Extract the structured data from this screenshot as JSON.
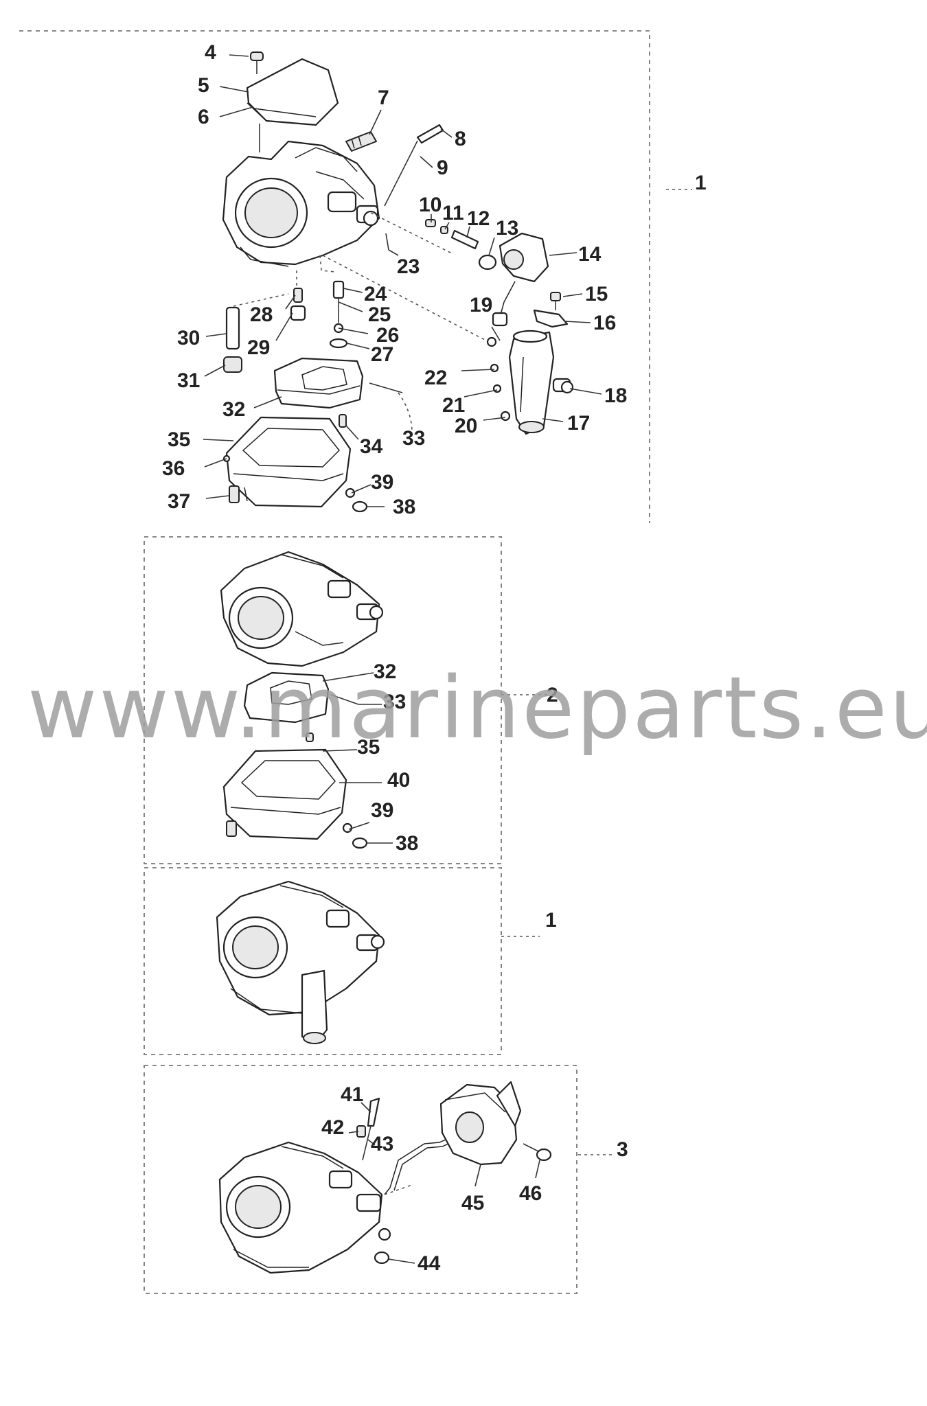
{
  "watermark": "www.marineparts.eu",
  "groups": [
    {
      "ref": "1"
    },
    {
      "ref": "2"
    },
    {
      "ref": "1"
    },
    {
      "ref": "3"
    }
  ],
  "callouts": {
    "c4": "4",
    "c5": "5",
    "c6": "6",
    "c7": "7",
    "c8": "8",
    "c9": "9",
    "c10": "10",
    "c11": "11",
    "c12": "12",
    "c13": "13",
    "c14": "14",
    "c15": "15",
    "c16": "16",
    "c17": "17",
    "c18": "18",
    "c19": "19",
    "c20": "20",
    "c21": "21",
    "c22": "22",
    "c23": "23",
    "c24": "24",
    "c25": "25",
    "c26": "26",
    "c27": "27",
    "c28": "28",
    "c29": "29",
    "c30": "30",
    "c31": "31",
    "c32": "32",
    "c33": "33",
    "c34": "34",
    "c35": "35",
    "c36": "36",
    "c37": "37",
    "c38": "38",
    "c39": "39",
    "b32": "32",
    "b33": "33",
    "b35": "35",
    "b40": "40",
    "b39": "39",
    "b38": "38",
    "c41": "41",
    "c42": "42",
    "c43": "43",
    "c44": "44",
    "c45": "45",
    "c46": "46"
  }
}
